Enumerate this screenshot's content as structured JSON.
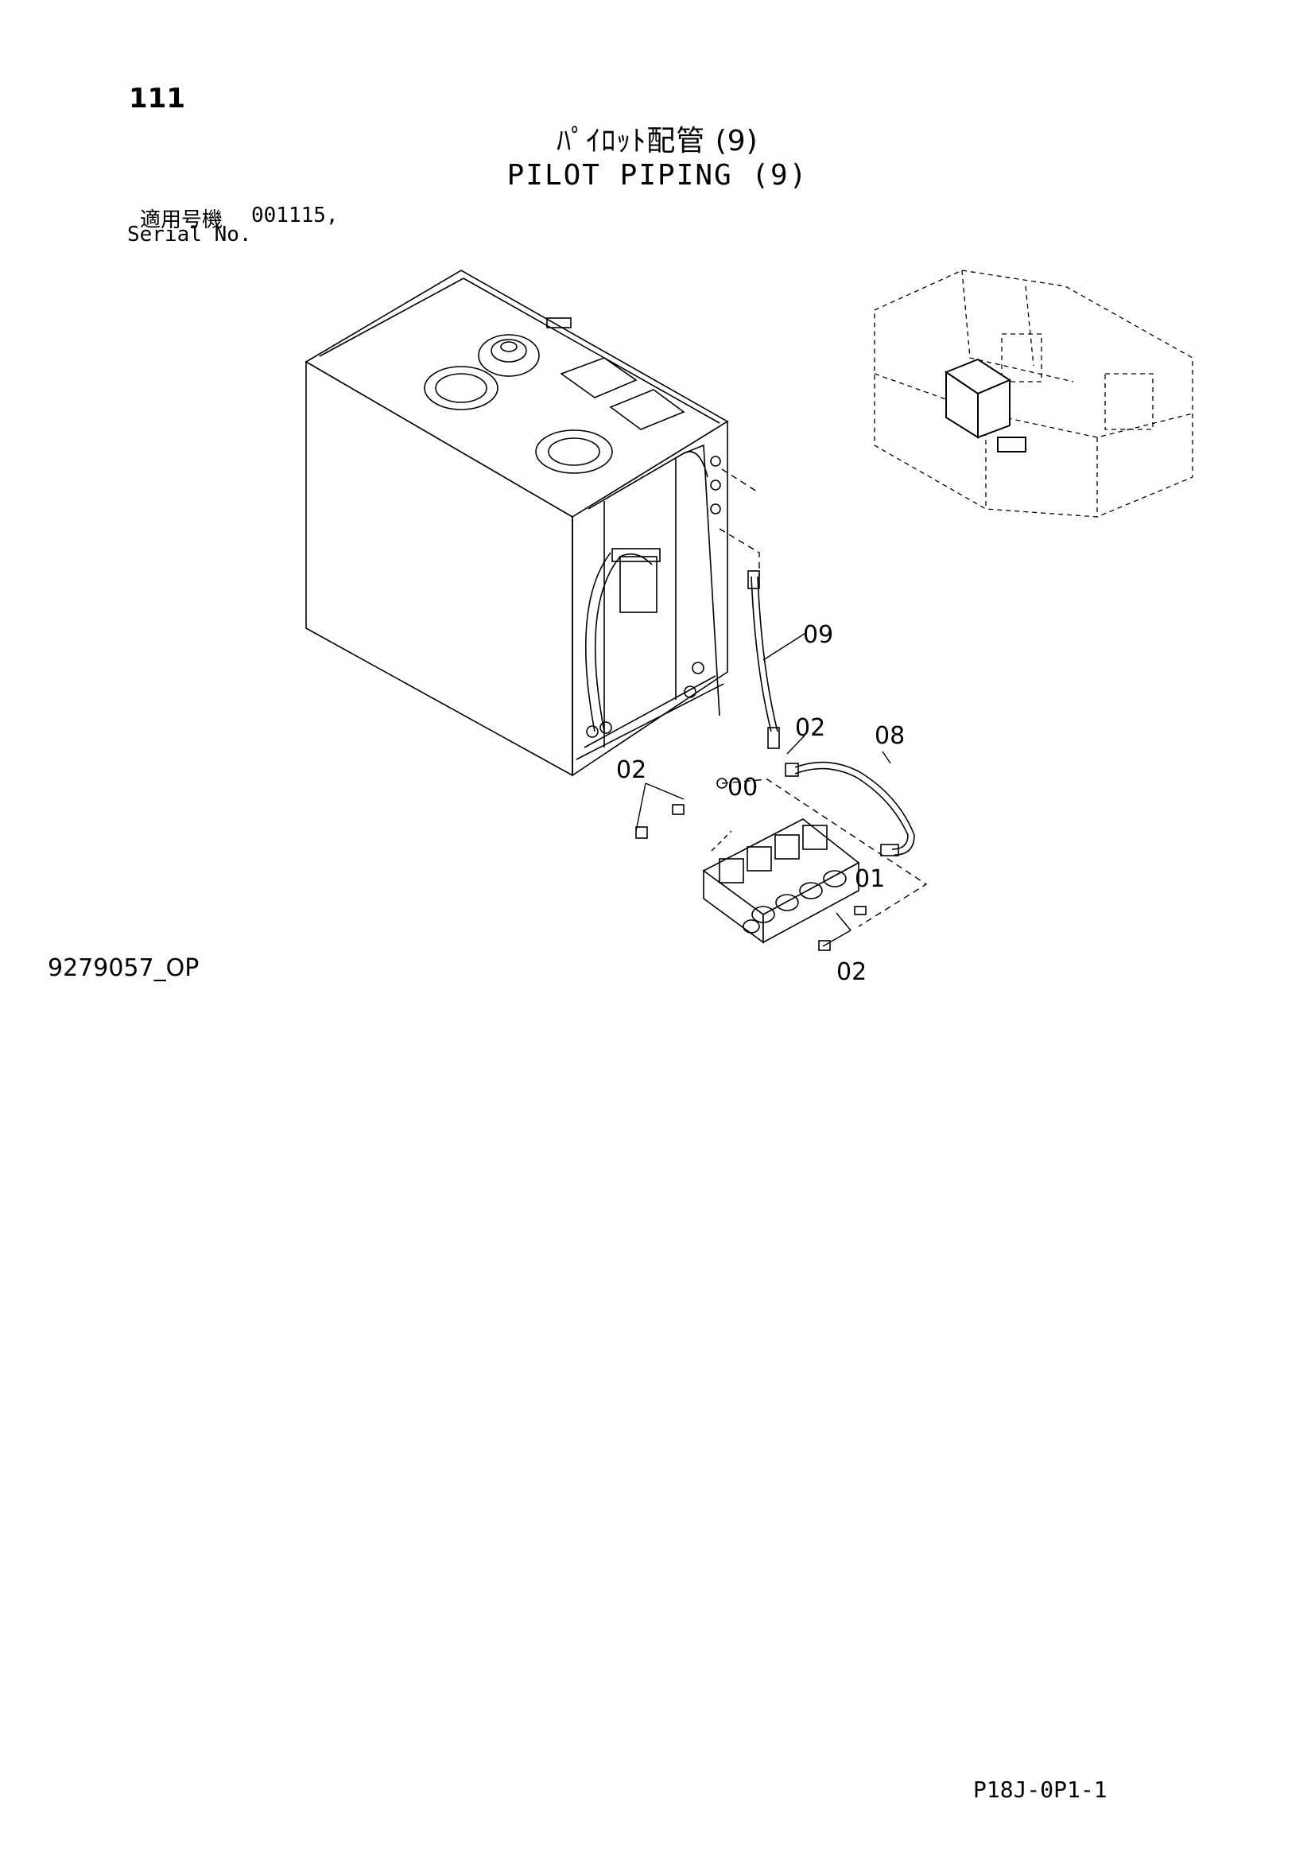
{
  "page_number": "111",
  "title_jp": "ﾊﾟｲﾛｯﾄ配管 (9)",
  "title_en": "PILOT PIPING (9)",
  "serial": {
    "label_jp": "適用号機",
    "value": "001115,",
    "label_en": "Serial No."
  },
  "drawing_code": "9279057_OP",
  "footer_code": "P18J-0P1-1",
  "callouts": {
    "c09": "09",
    "c02_upper": "02",
    "c08": "08",
    "c02_left": "02",
    "c00": "00",
    "c01": "01",
    "c02_lower": "02"
  }
}
